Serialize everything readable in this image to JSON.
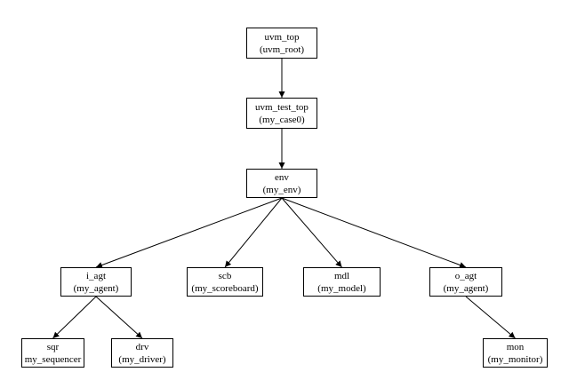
{
  "diagram": {
    "nodes": [
      {
        "id": "uvm_top",
        "name": "uvm_top",
        "type": "(uvm_root)"
      },
      {
        "id": "uvm_test_top",
        "name": "uvm_test_top",
        "type": "(my_case0)"
      },
      {
        "id": "env",
        "name": "env",
        "type": "(my_env)"
      },
      {
        "id": "i_agt",
        "name": "i_agt",
        "type": "(my_agent)"
      },
      {
        "id": "scb",
        "name": "scb",
        "type": "(my_scoreboard)"
      },
      {
        "id": "mdl",
        "name": "mdl",
        "type": "(my_model)"
      },
      {
        "id": "o_agt",
        "name": "o_agt",
        "type": "(my_agent)"
      },
      {
        "id": "sqr",
        "name": "sqr",
        "type": "my_sequencer"
      },
      {
        "id": "drv",
        "name": "drv",
        "type": "(my_driver)"
      },
      {
        "id": "mon",
        "name": "mon",
        "type": "(my_monitor)"
      }
    ],
    "edges": [
      {
        "from": "uvm_top",
        "to": "uvm_test_top"
      },
      {
        "from": "uvm_test_top",
        "to": "env"
      },
      {
        "from": "env",
        "to": "i_agt"
      },
      {
        "from": "env",
        "to": "scb"
      },
      {
        "from": "env",
        "to": "mdl"
      },
      {
        "from": "env",
        "to": "o_agt"
      },
      {
        "from": "i_agt",
        "to": "sqr"
      },
      {
        "from": "i_agt",
        "to": "drv"
      },
      {
        "from": "o_agt",
        "to": "mon"
      }
    ]
  }
}
